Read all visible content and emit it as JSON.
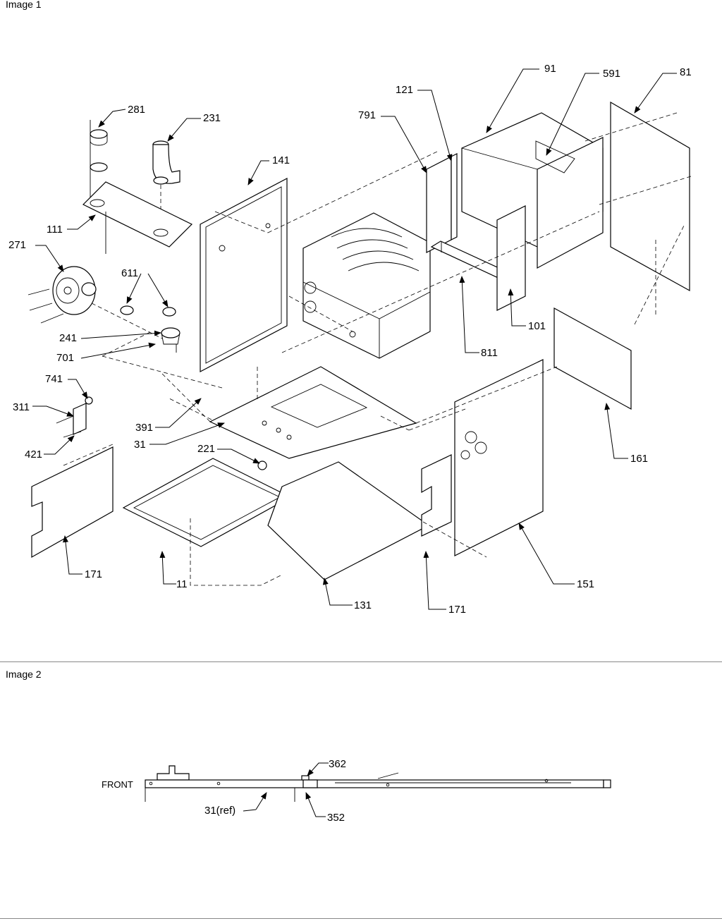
{
  "image1": {
    "caption": "Image 1",
    "callouts": [
      "281",
      "231",
      "111",
      "271",
      "611",
      "241",
      "701",
      "141",
      "791",
      "121",
      "91",
      "591",
      "81",
      "811",
      "101",
      "161",
      "741",
      "311",
      "421",
      "391",
      "31",
      "221",
      "171",
      "11",
      "131",
      "171",
      "151"
    ]
  },
  "image2": {
    "caption": "Image 2",
    "front_label": "FRONT",
    "callouts": [
      "362",
      "31(ref)",
      "352"
    ]
  }
}
